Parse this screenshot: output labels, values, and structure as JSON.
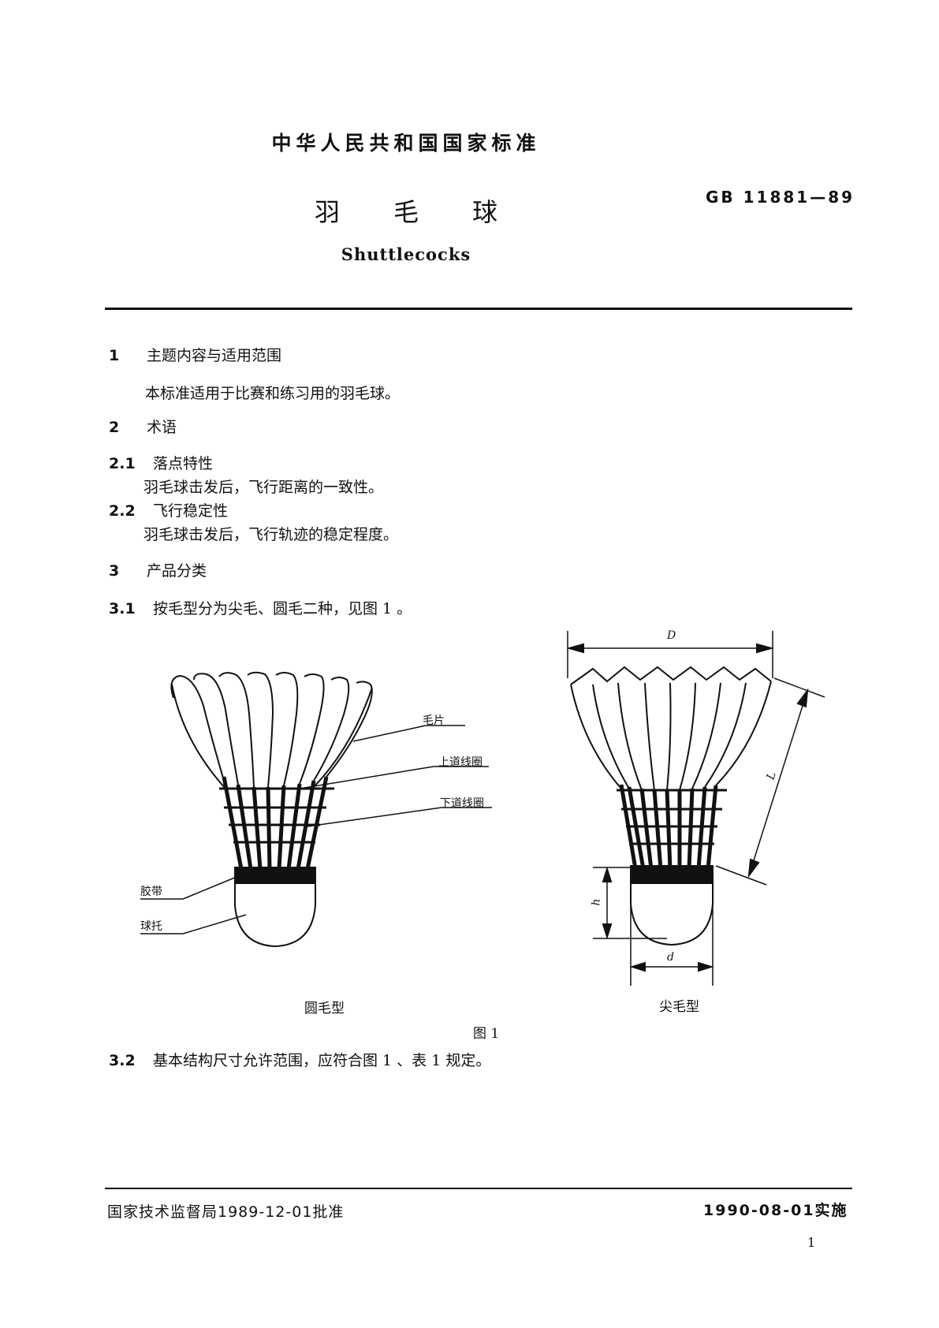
{
  "header": {
    "national_standard": "中华人民共和国国家标准",
    "title_cn": [
      "羽",
      "毛",
      "球"
    ],
    "standard_number": "GB 11881—89",
    "title_en": "Shuttlecocks"
  },
  "sections": {
    "s1": {
      "num": "1",
      "title": "主题内容与适用范围",
      "text": "本标准适用于比赛和练习用的羽毛球。"
    },
    "s2": {
      "num": "2",
      "title": "术语"
    },
    "s2_1": {
      "num": "2.1",
      "title": "落点特性",
      "text": "羽毛球击发后，飞行距离的一致性。"
    },
    "s2_2": {
      "num": "2.2",
      "title": "飞行稳定性",
      "text": "羽毛球击发后，飞行轨迹的稳定程度。"
    },
    "s3": {
      "num": "3",
      "title": "产品分类"
    },
    "s3_1": {
      "num": "3.1",
      "text": "按毛型分为尖毛、圆毛二种，见图 1 。"
    },
    "s3_2": {
      "num": "3.2",
      "text": "基本结构尺寸允许范围，应符合图 1 、表 1 规定。"
    }
  },
  "figure": {
    "labels": {
      "feather": "毛片",
      "upper_thread": "上道线圈",
      "lower_thread": "下道线圈",
      "tape": "胶带",
      "base": "球托"
    },
    "dims": {
      "D": "D",
      "L": "L",
      "h": "h",
      "d": "d"
    },
    "left_caption": "圆毛型",
    "right_caption": "尖毛型",
    "caption": "图 1"
  },
  "footer": {
    "approved": "国家技术监督局1989-12-01批准",
    "implemented": "1990-08-01实施",
    "page_number": "1"
  }
}
